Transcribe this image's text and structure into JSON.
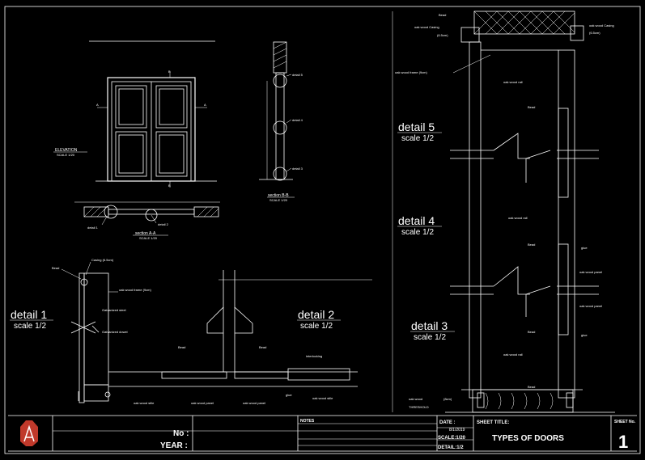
{
  "elevation": {
    "title": "ELEVATION",
    "scale": "SCALE 1/20"
  },
  "section_bb": {
    "title": "section B-B",
    "scale": "SCALE 1/20",
    "callouts": [
      "detail 5",
      "detail 4",
      "detail 3"
    ]
  },
  "section_aa": {
    "title": "section A-A",
    "scale": "SCALE 1/20",
    "callouts": [
      "detail 1",
      "detail 2"
    ]
  },
  "detail1": {
    "title": "detail 1",
    "scale": "scale 1/2",
    "labels": {
      "bead": "Bead",
      "casing": "Casing (6.5cm)",
      "frame": "oak wood frame (9cm)",
      "steel": "Galvanized steel",
      "dowel": "Galvanized dowel",
      "stile": "oak wood stile"
    }
  },
  "detail2": {
    "title": "detail 2",
    "scale": "scale 1/2",
    "labels": {
      "bead_left": "Bead",
      "bead_right": "Bead",
      "panel_left": "oak wood panel",
      "panel_right": "oak wood panel",
      "glue": "glue",
      "interlocking": "interlocking",
      "stile": "oak wood stile"
    }
  },
  "right_column": {
    "bead_top": "Bead",
    "casing_left": "oak wood Casing",
    "casing_left_size": "(6.5cm)",
    "casing_right": "oak wood Casing",
    "casing_right_size": "(6.5cm)",
    "frame": "oak wood frame (9cm)",
    "rail_1": "oak wood rail",
    "bead_1": "Bead",
    "rail_2": "oak wood rail",
    "bead_2": "Bead",
    "glue_1": "glue",
    "panel": "oak wood panel",
    "panel_2": "oak wood panel",
    "bead_3": "Bead",
    "glue_2": "glue",
    "rail_3": "oak wood rail",
    "bead_4": "Bead",
    "threshold": "oak wood",
    "threshold_size": "(8cm)",
    "threshold_label": "THRESHOLD",
    "detail5": {
      "title": "detail 5",
      "scale": "scale 1/2"
    },
    "detail4": {
      "title": "detail 4",
      "scale": "scale 1/2"
    },
    "detail3": {
      "title": "detail 3",
      "scale": "scale 1/2"
    }
  },
  "title_block": {
    "no_label": "No :",
    "year_label": "YEAR :",
    "notes_label": "NOTES",
    "date_label": "DATE :",
    "date_value": "8/1/2019",
    "scale_label": "SCALE:1/20",
    "detail_label": "DETAIL:1/2",
    "sheet_title_label": "SHEET TITLE:",
    "sheet_title": "TYPES OF DOORS",
    "sheet_no_label": "SHEET No.",
    "sheet_no": "1"
  }
}
